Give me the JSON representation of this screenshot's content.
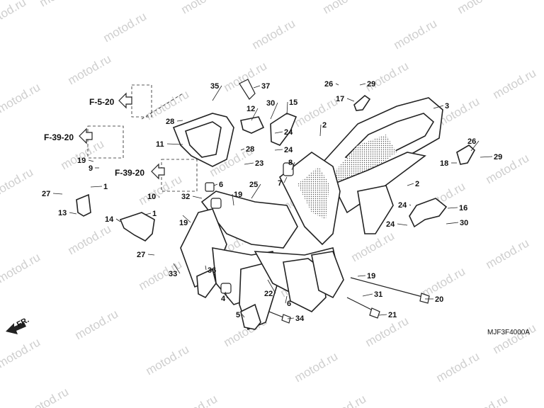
{
  "diagram": {
    "code": "MJF3F4000A",
    "direction_label": "FR.",
    "watermark_text": "motod.ru",
    "references": [
      {
        "id": "ref-f5-20",
        "label": "F-5-20"
      },
      {
        "id": "ref-f39-20-a",
        "label": "F-39-20"
      },
      {
        "id": "ref-f39-20-b",
        "label": "F-39-20"
      }
    ],
    "callouts": [
      "1",
      "2",
      "3",
      "4",
      "5",
      "6",
      "7",
      "8",
      "9",
      "10",
      "11",
      "12",
      "13",
      "14",
      "15",
      "16",
      "17",
      "18",
      "19",
      "20",
      "21",
      "22",
      "23",
      "24",
      "25",
      "26",
      "27",
      "28",
      "29",
      "30",
      "31",
      "32",
      "33",
      "34",
      "35",
      "36",
      "37"
    ],
    "colors": {
      "line": "#222222",
      "watermark": "#cfcfcf",
      "background": "#ffffff"
    }
  }
}
